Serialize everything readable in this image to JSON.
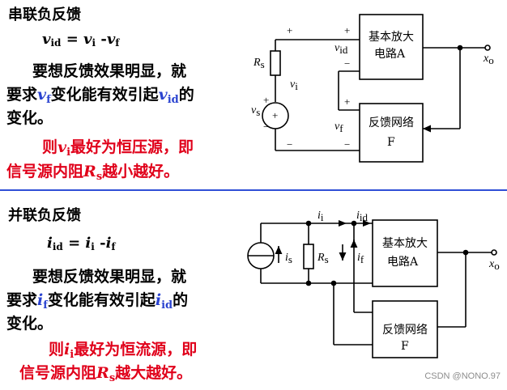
{
  "top": {
    "title": "串联负反馈",
    "formula": {
      "lhs": "v",
      "lhs_sub": "id",
      "rhs1": "v",
      "rhs1_sub": "i",
      "rhs2": "v",
      "rhs2_sub": "f"
    },
    "text_line1": "要想反馈效果明显，就",
    "text_line2_a": "要求",
    "text_line2_var": "v",
    "text_line2_var_sub": "f",
    "text_line2_b": "变化能有效引起",
    "text_line2_var2": "v",
    "text_line2_var2_sub": "id",
    "text_line2_c": "的",
    "text_line3": "变化。",
    "red_line1_a": "则",
    "red_line1_var": "v",
    "red_line1_var_sub": "i",
    "red_line1_b": "最好为恒压源，即",
    "red_line2_a": "信号源内阻",
    "red_line2_var": "R",
    "red_line2_var_sub": "s",
    "red_line2_b": "越小越好。",
    "circuit": {
      "amp_line1": "基本放大",
      "amp_line2": "电路A",
      "fb_line1": "反馈网络",
      "fb_line2": "F",
      "rs": "R",
      "rs_sub": "s",
      "vs": "v",
      "vs_sub": "s",
      "vi": "v",
      "vi_sub": "i",
      "vid": "v",
      "vid_sub": "id",
      "vf": "v",
      "vf_sub": "f",
      "xo": "x",
      "xo_sub": "o",
      "plus": "+",
      "minus": "−"
    }
  },
  "bottom": {
    "title": "并联负反馈",
    "formula": {
      "lhs": "i",
      "lhs_sub": "id",
      "rhs1": "i",
      "rhs1_sub": "i",
      "rhs2": "i",
      "rhs2_sub": "f"
    },
    "text_line1": "要想反馈效果明显，就",
    "text_line2_a": "要求",
    "text_line2_var": "i",
    "text_line2_var_sub": "f",
    "text_line2_b": "变化能有效引起",
    "text_line2_var2": "i",
    "text_line2_var2_sub": "id",
    "text_line2_c": "的",
    "text_line3": "变化。",
    "red_line1_a": "则",
    "red_line1_var": "i",
    "red_line1_var_sub": "i",
    "red_line1_b": "最好为恒流源，即",
    "red_line2_a": "信号源内阻",
    "red_line2_var": "R",
    "red_line2_var_sub": "s",
    "red_line2_b": "越大越好。",
    "circuit": {
      "amp_line1": "基本放大",
      "amp_line2": "电路A",
      "fb_line1": "反馈网络",
      "fb_line2": "F",
      "rs": "R",
      "rs_sub": "s",
      "is": "i",
      "is_sub": "s",
      "ii": "i",
      "ii_sub": "i",
      "iid": "i",
      "iid_sub": "id",
      "if": "i",
      "if_sub": "f",
      "xo": "x",
      "xo_sub": "o"
    }
  },
  "watermark": "CSDN @NONO.97",
  "colors": {
    "red": "#e0001a",
    "blue": "#2a43d0",
    "divider": "#2f4fd6"
  }
}
